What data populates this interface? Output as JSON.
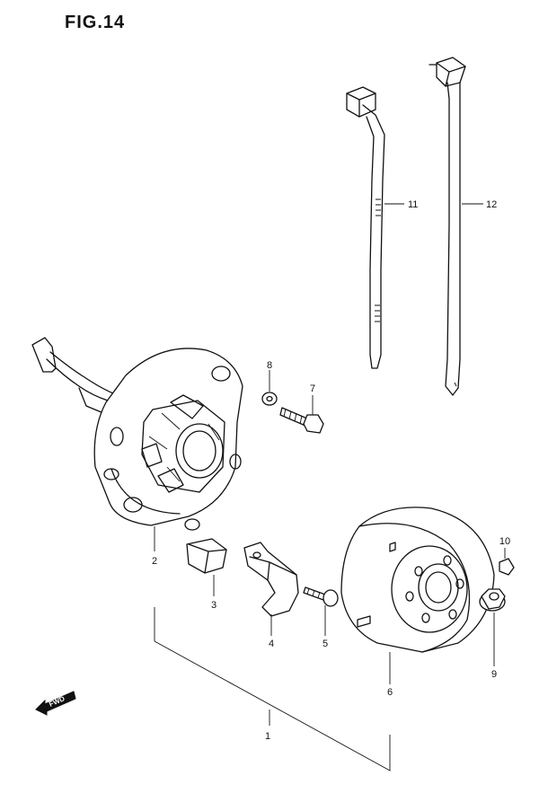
{
  "figure": {
    "title": "FIG.14"
  },
  "callouts": [
    {
      "id": "c1",
      "label": "1"
    },
    {
      "id": "c2",
      "label": "2"
    },
    {
      "id": "c3",
      "label": "3"
    },
    {
      "id": "c4",
      "label": "4"
    },
    {
      "id": "c5",
      "label": "5"
    },
    {
      "id": "c6",
      "label": "6"
    },
    {
      "id": "c7",
      "label": "7"
    },
    {
      "id": "c8",
      "label": "8"
    },
    {
      "id": "c9",
      "label": "9"
    },
    {
      "id": "c10",
      "label": "10"
    },
    {
      "id": "c11",
      "label": "11"
    },
    {
      "id": "c12",
      "label": "12"
    }
  ],
  "fwd_marker": {
    "text": "FWD",
    "icon": "forward-arrow-icon"
  }
}
